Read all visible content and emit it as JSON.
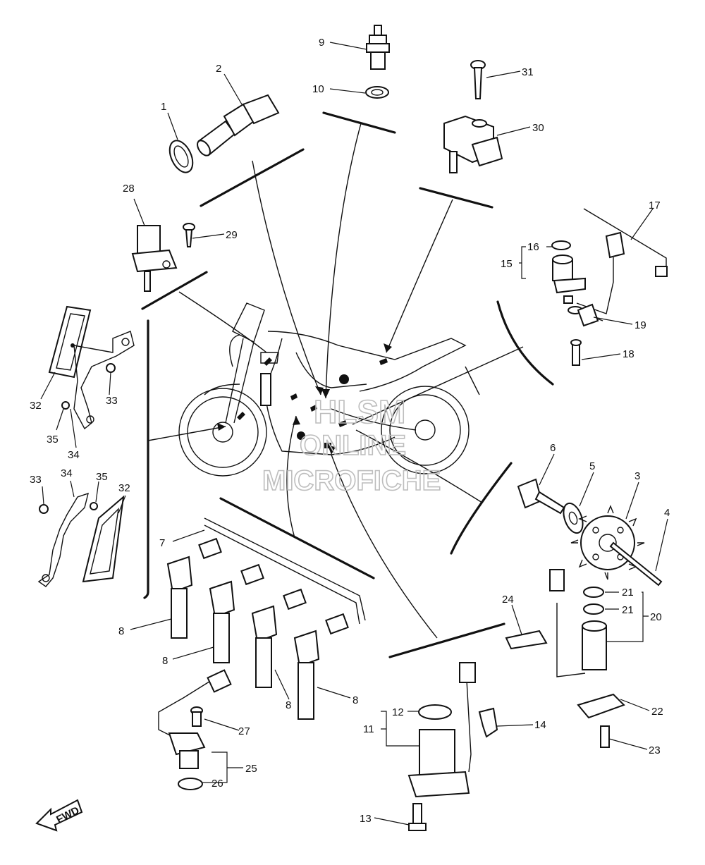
{
  "diagram": {
    "callouts": [
      "1",
      "2",
      "3",
      "4",
      "5",
      "6",
      "7",
      "8",
      "8",
      "8",
      "8",
      "9",
      "10",
      "11",
      "12",
      "13",
      "14",
      "15",
      "16",
      "17",
      "18",
      "19",
      "20",
      "21",
      "21",
      "22",
      "23",
      "24",
      "25",
      "26",
      "27",
      "28",
      "29",
      "30",
      "31",
      "32",
      "32",
      "33",
      "33",
      "34",
      "34",
      "35",
      "35"
    ],
    "watermark": {
      "line1": "HLSM",
      "line2": "ONLINE",
      "line3": "MICROFICHE"
    },
    "fwd_label": "FWD",
    "colors": {
      "line": "#111111",
      "watermark": "#bdbdbd",
      "background": "#ffffff"
    }
  }
}
